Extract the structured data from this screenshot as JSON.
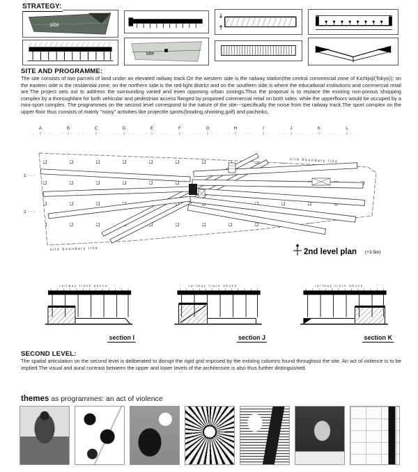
{
  "strategy": {
    "heading": "STRATEGY:",
    "site_label": "site"
  },
  "site_programme": {
    "heading": "SITE AND PROGRAMME:",
    "body": "The site consists of two parcels of land under an elevated railway track.On the western side is the railway station(the central commercial zone of Kichijoji(Tokyo)); on the eastern side is the residential zone; on the northern side is the red-light district and on the southern side is where the educational institutions and commercial retail are.The project sets out to address the surrounding varied and even opposing urban zonings.Thus the proposal is to replace the existing non-porous shopping complex by a thoroughfare for both vehicular and pedestrian access flanged by proposed commercial retail on both sides. while the upperfloors would be occuped by a mini-sport complex.  The programmes on the second level correspond to  the nature of the site---specifically the noise from the railway track.The sport complex on the upper floor thus consists of mainly \"noisy\" activities like projectile sports(bowling,shooting,golf) and pachinko,"
  },
  "plan": {
    "grid_letters": [
      "A",
      "B",
      "C",
      "D",
      "E",
      "F",
      "G",
      "H",
      "I",
      "J",
      "K",
      "L"
    ],
    "row_numbers": [
      "1",
      "2"
    ],
    "boundary_label_top": "site boundary line",
    "boundary_label_bottom": "site boundary line",
    "title": "2nd level plan",
    "elevation": "(+3.5m)"
  },
  "sections": {
    "railway_label": "railway track above",
    "items": [
      {
        "label": "section I"
      },
      {
        "label": "section J"
      },
      {
        "label": "section K"
      }
    ]
  },
  "second_level": {
    "heading": "SECOND LEVEL:",
    "body": "The spatial articulation on the second level is deliberated to disrupt the rigid grid imposed by the existing columns found throughout the site. An act of violence is to be implied.The visual and aural contrast between the upper and lower levels of the architecture is also thus further distinguished."
  },
  "themes": {
    "heading_bold": "themes",
    "heading_rest": " as programmes: an act of violence"
  }
}
